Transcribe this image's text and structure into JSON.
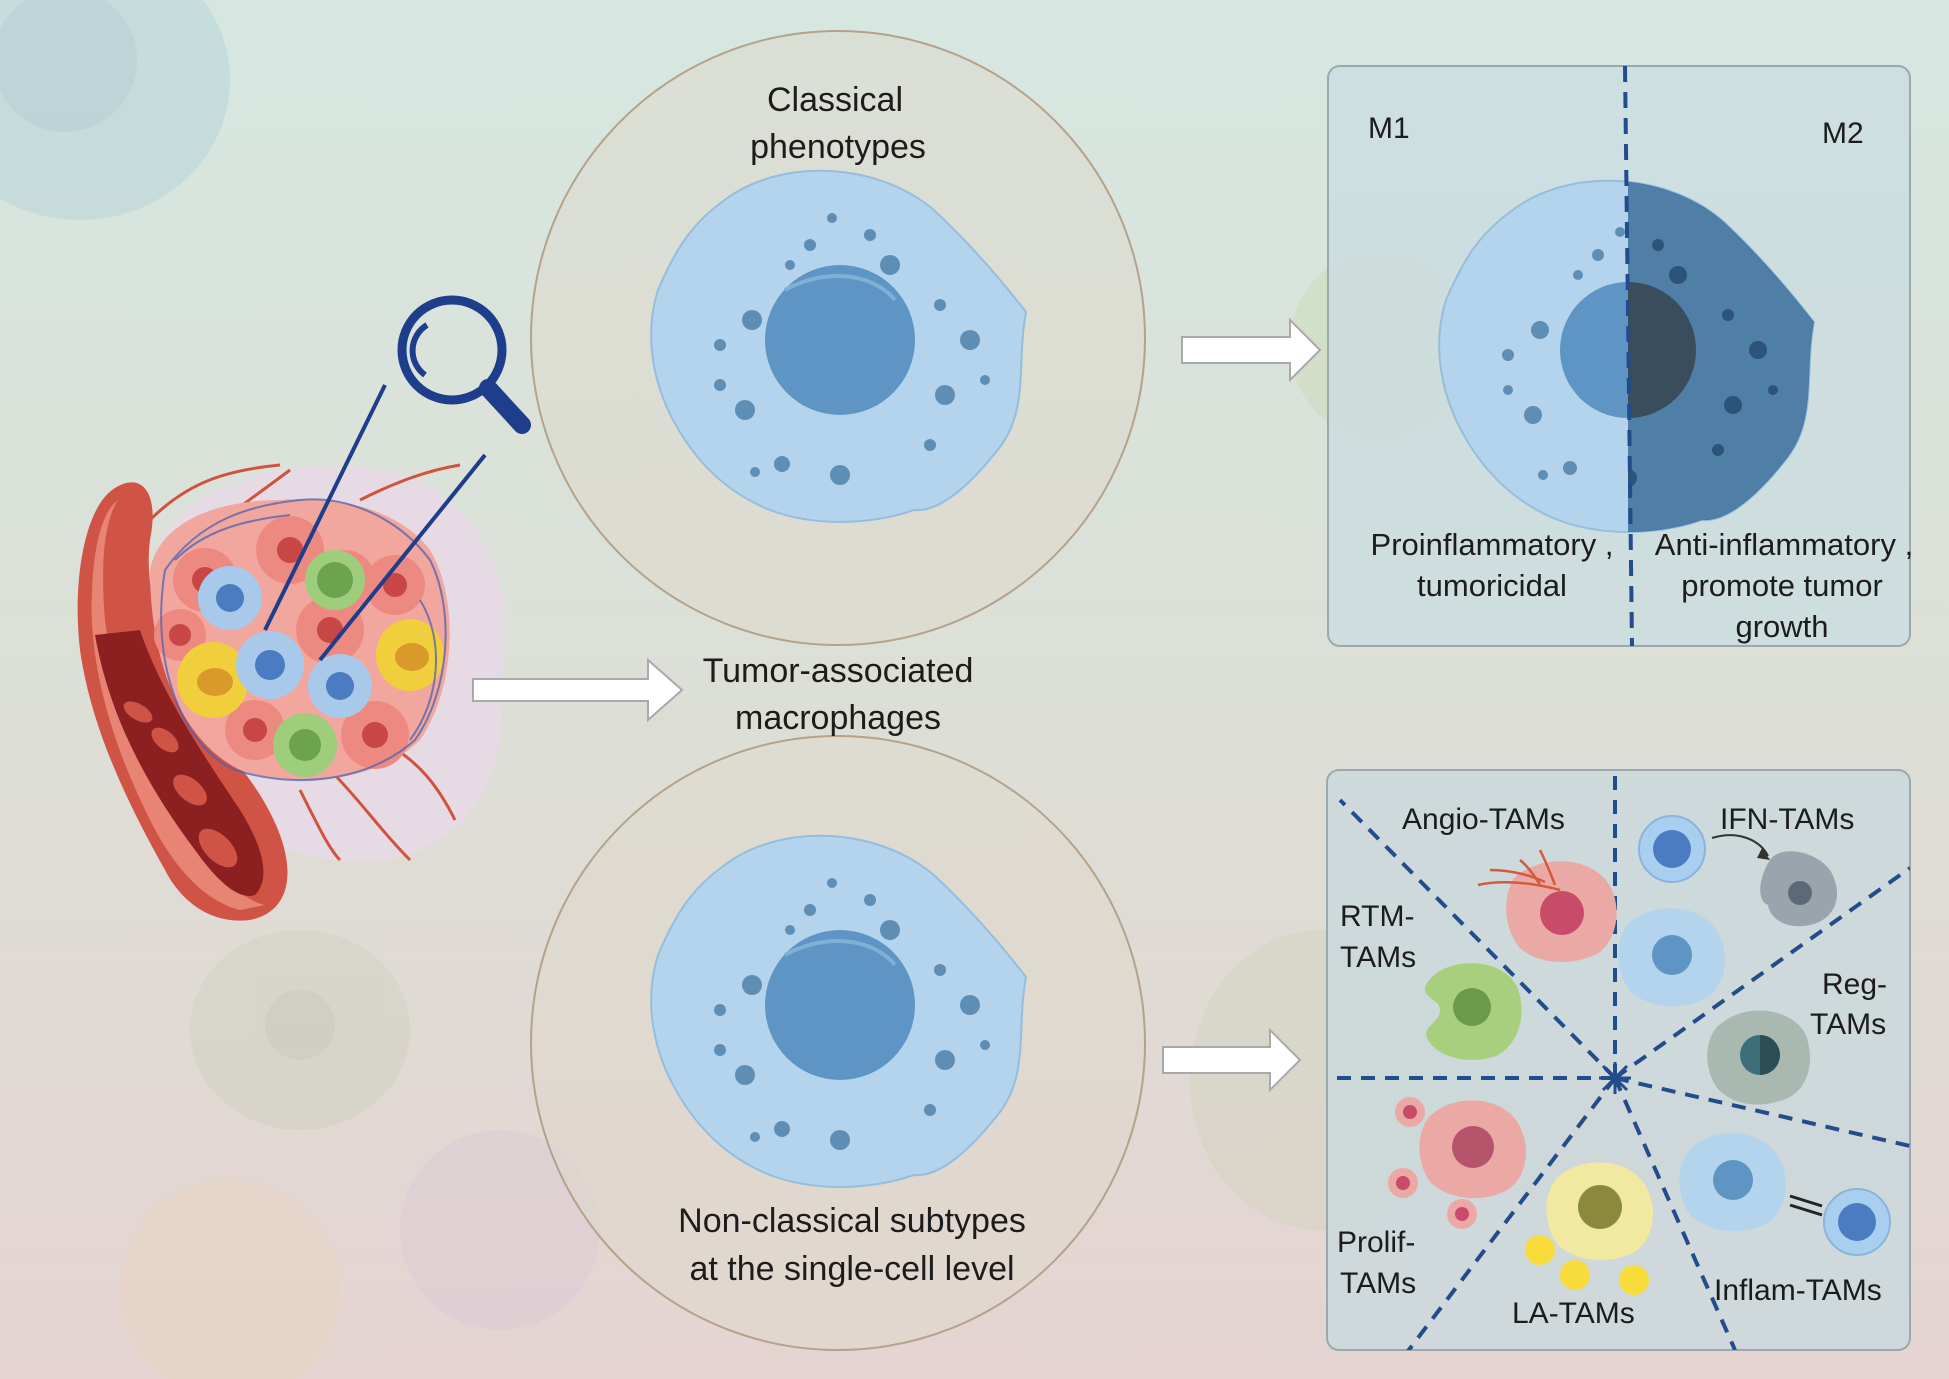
{
  "top_circle": {
    "title_line1": "Classical",
    "title_line2": "phenotypes"
  },
  "center_label": {
    "line1": "Tumor-associated",
    "line2": "macrophages"
  },
  "bottom_circle": {
    "line1": "Non-classical  subtypes",
    "line2": "at the single-cell level"
  },
  "m_panel": {
    "m1": "M1",
    "m2": "M2",
    "m1_desc_line1": "Proinflammatory ,",
    "m1_desc_line2": "tumoricidal",
    "m2_desc_line1": "Anti-inflammatory ,",
    "m2_desc_line2": "promote tumor",
    "m2_desc_line3": "growth"
  },
  "subtypes_panel": {
    "angio": "Angio-TAMs",
    "ifn": "IFN-TAMs",
    "rtm_line1": "RTM-",
    "rtm_line2": "TAMs",
    "reg_line1": "Reg-",
    "reg_line2": "TAMs",
    "prolif_line1": "Prolif-",
    "prolif_line2": "TAMs",
    "la": "LA-TAMs",
    "inflam": "Inflam-TAMs"
  },
  "colors": {
    "macrophage": "#b3d4ec",
    "nucleus": "#5e95c4",
    "m2_overlay": "#3d6f9a",
    "panel_fill": "#c9dce0",
    "dashes": "#234d8a",
    "arrow": "#ffffff"
  }
}
